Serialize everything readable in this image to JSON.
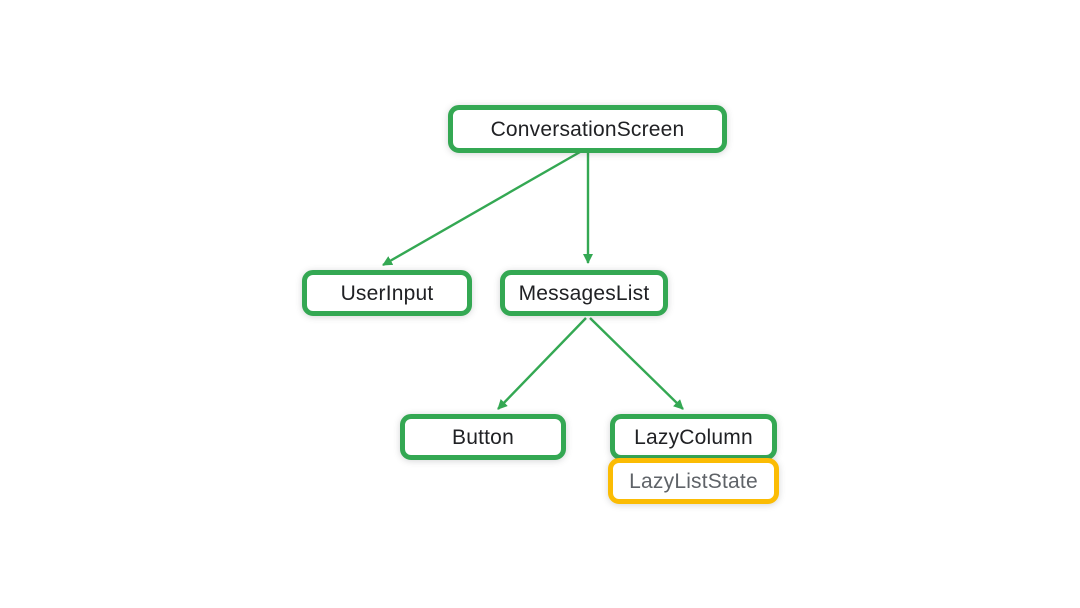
{
  "diagram": {
    "type": "component-tree",
    "colors": {
      "green": "#34A853",
      "yellow": "#FBBC04",
      "text_dark": "#202124",
      "text_gray": "#5F6368",
      "background": "#ffffff"
    },
    "nodes": [
      {
        "label": "ConversationScreen",
        "border_color": "#34A853",
        "text_color": "#202124"
      },
      {
        "label": "UserInput",
        "border_color": "#34A853",
        "text_color": "#202124"
      },
      {
        "label": "MessagesList",
        "border_color": "#34A853",
        "text_color": "#202124"
      },
      {
        "label": "Button",
        "border_color": "#34A853",
        "text_color": "#202124"
      },
      {
        "label": "LazyColumn",
        "border_color": "#34A853",
        "text_color": "#202124"
      },
      {
        "label": "LazyListState",
        "border_color": "#FBBC04",
        "text_color": "#5F6368"
      }
    ],
    "edges": [
      {
        "from": "ConversationScreen",
        "to": "UserInput"
      },
      {
        "from": "ConversationScreen",
        "to": "MessagesList"
      },
      {
        "from": "MessagesList",
        "to": "Button"
      },
      {
        "from": "MessagesList",
        "to": "LazyColumn"
      }
    ]
  }
}
